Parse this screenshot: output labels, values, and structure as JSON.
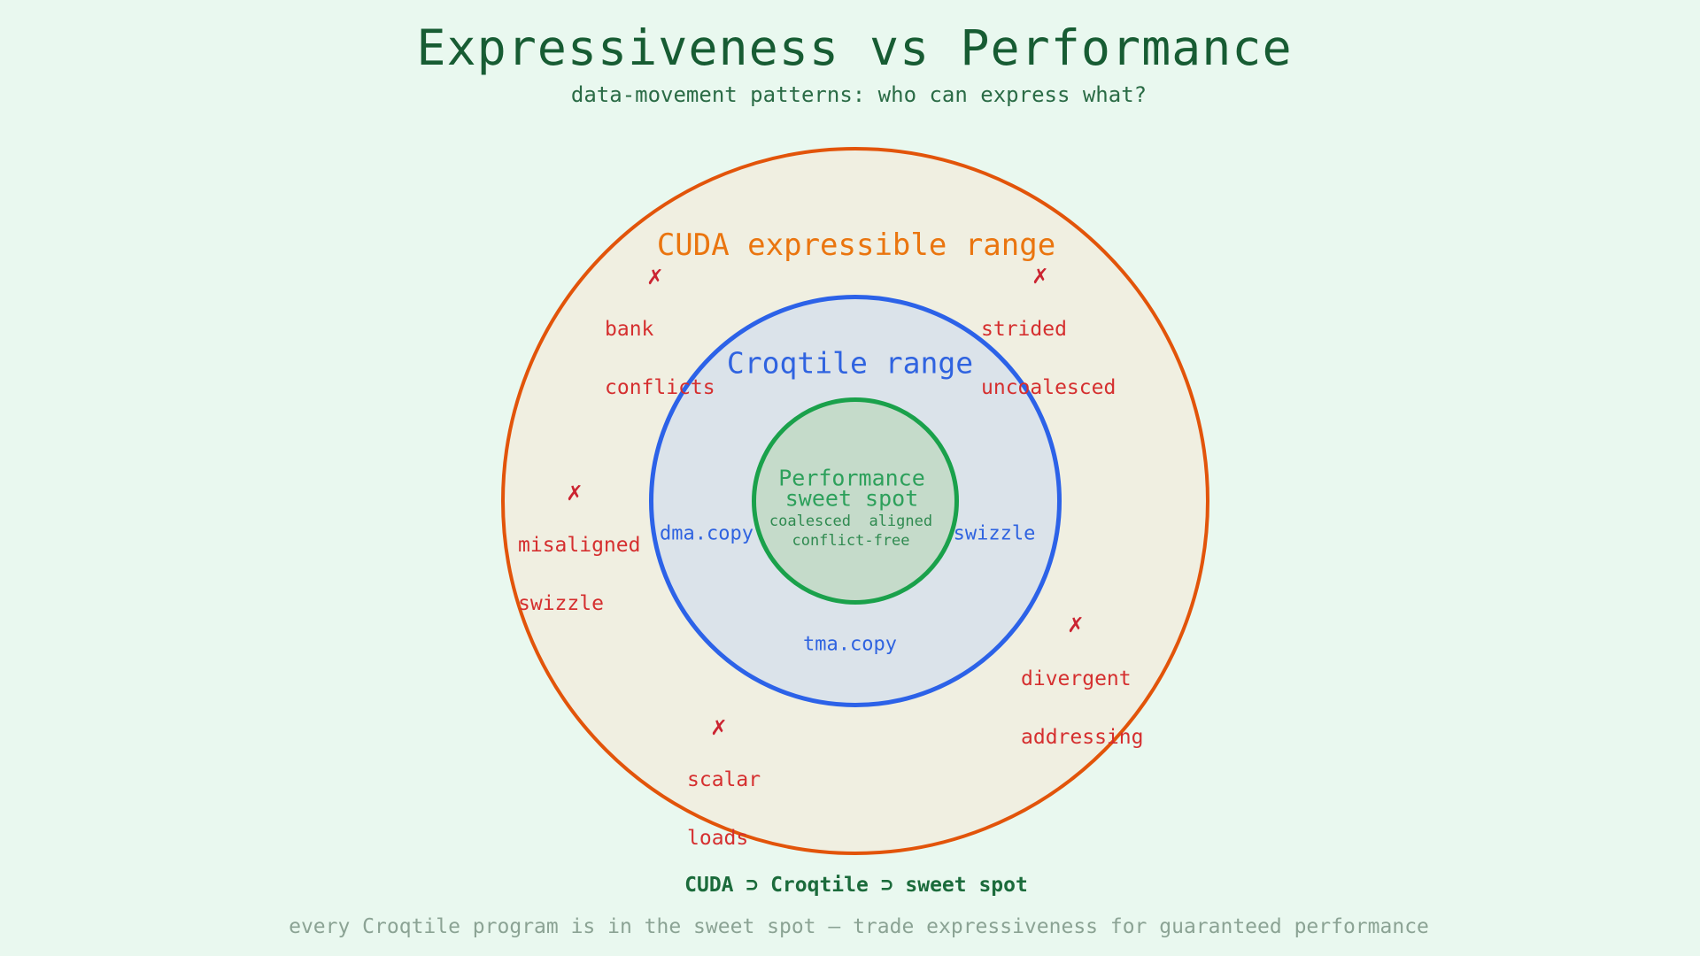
{
  "title": "Expressiveness vs Performance",
  "subtitle": "data-movement patterns: who can express what?",
  "rings": {
    "cuda": {
      "label": "CUDA expressible range"
    },
    "croqtile": {
      "label": "Croqtile range",
      "items": {
        "left": "dma.copy",
        "right": "swizzle",
        "bottom": "tma.copy"
      }
    },
    "sweet": {
      "label_line1": "Performance",
      "label_line2": "sweet spot",
      "tags_line1": "coalesced  aligned",
      "tags_line2": "conflict-free"
    }
  },
  "anti_patterns": [
    {
      "line1": "bank",
      "line2": "conflicts"
    },
    {
      "line1": "strided",
      "line2": "uncoalesced"
    },
    {
      "line1": "misaligned",
      "line2": "swizzle"
    },
    {
      "line1": "divergent",
      "line2": "addressing"
    },
    {
      "line1": "scalar",
      "line2": "loads"
    }
  ],
  "x_mark": "✗",
  "footer": {
    "relation": "CUDA ⊃ Croqtile ⊃ sweet spot",
    "caption": "every Croqtile program is in the sweet spot – trade expressiveness for guaranteed performance"
  },
  "colors": {
    "background": "#e9f8ef",
    "title_green": "#175c33",
    "subtitle_green": "#2a6b45",
    "cuda_stroke": "#e2540a",
    "cuda_fill": "#f0efe1",
    "cuda_label": "#ea750f",
    "croqtile_stroke": "#2c62e8",
    "croqtile_fill": "#dbe3ea",
    "croqtile_label": "#2f63e0",
    "sweet_stroke": "#1aa14b",
    "sweet_fill": "#c5dbca",
    "sweet_label": "#2da05b",
    "sweet_tags": "#2f8a50",
    "anti_pattern_red": "#d52f2f",
    "x_mark_red": "#cb2431",
    "relation_green": "#1b6b3b",
    "caption_gray": "#8ba394"
  }
}
